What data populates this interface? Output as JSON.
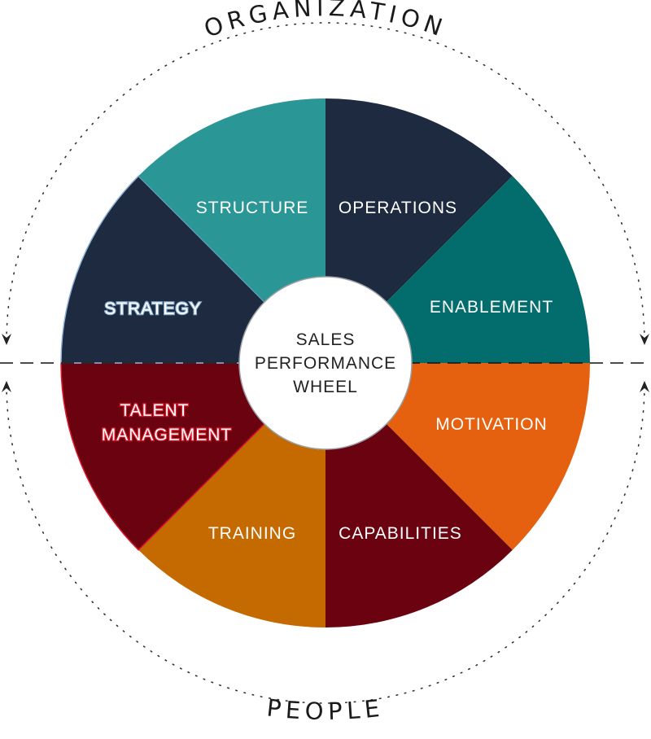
{
  "title_top": "ORGANIZATION",
  "title_bottom": "PEOPLE",
  "center": {
    "line1": "SALES",
    "line2": "PERFORMANCE",
    "line3": "WHEEL"
  },
  "segments": [
    {
      "id": "operations",
      "label": "OPERATIONS",
      "color": "#1e2a3f"
    },
    {
      "id": "enablement",
      "label": "ENABLEMENT",
      "color": "#036c6c"
    },
    {
      "id": "motivation",
      "label": "MOTIVATION",
      "color": "#e5600f"
    },
    {
      "id": "capabilities",
      "label": "CAPABILITIES",
      "color": "#6b0210"
    },
    {
      "id": "training",
      "label": "TRAINING",
      "color": "#c46a00"
    },
    {
      "id": "talent-management",
      "label_line1": "TALENT",
      "label_line2": "MANAGEMENT",
      "color": "#6b0210",
      "outline": "#e0182d"
    },
    {
      "id": "strategy",
      "label": "STRATEGY",
      "color": "#1e2a3f",
      "outline": "#8fb3d6"
    },
    {
      "id": "structure",
      "label": "STRUCTURE",
      "color": "#2b9696"
    }
  ],
  "colors": {
    "divider": "#111111",
    "dotted_ring": "#333333",
    "center_fill": "#ffffff",
    "center_stroke": "#9aa0a6"
  }
}
